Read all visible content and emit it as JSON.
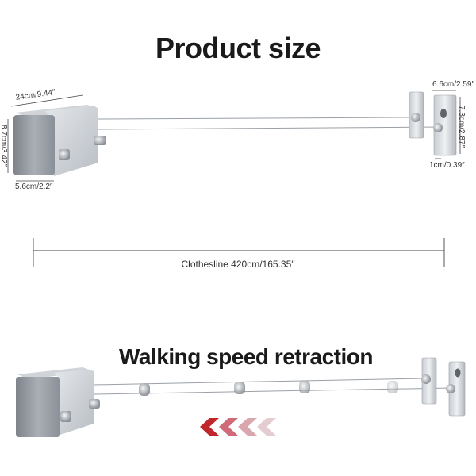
{
  "titles": {
    "product_size": "Product size",
    "retraction": "Walking speed retraction"
  },
  "dimensions": {
    "length": "24cm/9.44″",
    "height": "8.7cm/3.42″",
    "depth": "5.6cm/2.2″",
    "plate_width": "6.6cm/2.59″",
    "plate_height": "7.3cm/2.87″",
    "plate_thickness": "1cm/0.39″"
  },
  "clothesline_label": "Clothesline 420cm/165.35″",
  "colors": {
    "arrow_strong": "#c0272d",
    "arrow_mid": "#d06a78",
    "arrow_light": "#dba7ae",
    "arrow_faint": "#e3cdd0",
    "metal_dark": "#8c9299",
    "metal_light": "#d9dde1"
  }
}
